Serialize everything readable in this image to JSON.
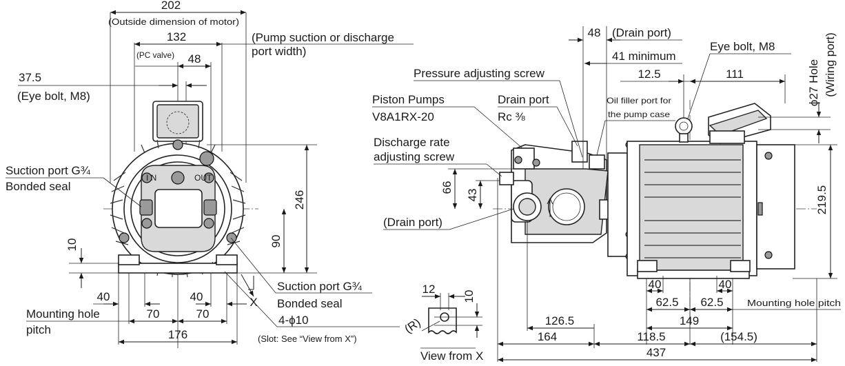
{
  "front_view": {
    "dim_202": "202",
    "outside_dimension_motor": "(Outside dimension of motor)",
    "dim_132": "132",
    "pc_valve": "(PC valve)",
    "dim_48": "48",
    "dim_37_5": "37.5",
    "eye_bolt_m8": "(Eye bolt, M8)",
    "pump_port_width_line1": "(Pump suction or discharge",
    "pump_port_width_line2": "port width)",
    "suction_port_left": "Suction port G¾",
    "bonded_seal_left": "Bonded seal",
    "in_mark": "I N",
    "out_mark": "OUT",
    "dim_246": "246",
    "dim_90": "90",
    "dim_10": "10",
    "dim_40_left": "40",
    "dim_40_right": "40",
    "dim_70_left": "70",
    "dim_70_right": "70",
    "dim_176": "176",
    "mounting_hole_line1": "Mounting hole",
    "mounting_hole_line2": "pitch",
    "x_mark": "X",
    "suction_port_right": "Suction port G¾",
    "bonded_seal_right": "Bonded seal",
    "holes_4_phi10": "4-ϕ10",
    "slot_note": "(Slot: See “View from X”)"
  },
  "view_from_x": {
    "dim_12": "12",
    "dim_10": "10",
    "r_mark": "(R)",
    "caption": "View from X"
  },
  "side_view": {
    "dim_48": "48",
    "drain_port_top": "(Drain port)",
    "dim_41_min": "41 minimum",
    "eye_bolt_m8": "Eye bolt, M8",
    "pressure_adjusting_screw": "Pressure adjusting screw",
    "dim_12_5": "12.5",
    "dim_111": "111",
    "phi27_hole": "ϕ27 Hole",
    "wiring_port": "(Wiring port)",
    "piston_pumps": "Piston Pumps",
    "model": "V8A1RX-20",
    "drain_port": "Drain port",
    "drain_port_size": "Rc ⅜",
    "oil_filler_line1": "Oil filler port for",
    "oil_filler_line2": "the pump case",
    "discharge_rate_line1": "Discharge rate",
    "discharge_rate_line2": "adjusting screw",
    "dim_66": "66",
    "dim_43": "43",
    "drain_port_left": "(Drain port)",
    "dim_219_5": "219.5",
    "dim_40_a": "40",
    "dim_40_b": "40",
    "dim_62_5_a": "62.5",
    "dim_62_5_b": "62.5",
    "mounting_hole_pitch": "Mounting hole pitch",
    "dim_126_5": "126.5",
    "dim_149": "149",
    "dim_164": "164",
    "dim_118_5": "118.5",
    "dim_154_5": "(154.5)",
    "dim_437": "437"
  }
}
